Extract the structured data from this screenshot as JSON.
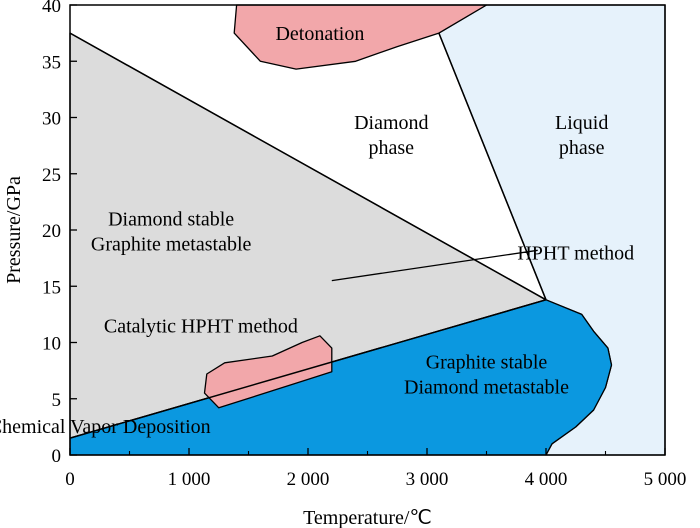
{
  "chart_data": {
    "type": "phase-diagram",
    "xlabel": "Temperature/℃",
    "ylabel": "Pressure/GPa",
    "xlim": [
      0,
      5000
    ],
    "ylim": [
      0,
      40
    ],
    "x_ticks": [
      0,
      1000,
      2000,
      3000,
      4000,
      5000
    ],
    "x_tick_labels": [
      "0",
      "1 000",
      "2 000",
      "3 000",
      "4 000",
      "5 000"
    ],
    "y_ticks": [
      0,
      5,
      10,
      15,
      20,
      25,
      30,
      35,
      40
    ],
    "y_tick_labels": [
      "0",
      "5",
      "10",
      "15",
      "20",
      "25",
      "30",
      "35",
      "40"
    ],
    "colors": {
      "diamond_stable": "#dcdcdc",
      "liquid": "#e6f2fb",
      "graphite_stable": "#0b98e0",
      "process_regions": "#f2a7aa"
    },
    "regions": [
      {
        "id": "diamond-stable",
        "label_lines": [
          "Diamond stable",
          "Graphite metastable"
        ],
        "color_key": "diamond_stable",
        "points": [
          [
            0,
            37.5
          ],
          [
            0,
            1.5
          ],
          [
            4000,
            13.8
          ]
        ],
        "label_at": [
          850,
          19.9
        ]
      },
      {
        "id": "liquid",
        "label_lines": [
          "Liquid",
          "phase"
        ],
        "color_key": "liquid",
        "points": [
          [
            3100,
            37.5
          ],
          [
            3500,
            40
          ],
          [
            5000,
            40
          ],
          [
            5000,
            0
          ],
          [
            4000,
            0
          ],
          [
            4050,
            1
          ],
          [
            4250,
            2.5
          ],
          [
            4400,
            4
          ],
          [
            4500,
            6
          ],
          [
            4550,
            8
          ],
          [
            4520,
            9.5
          ],
          [
            4400,
            11
          ],
          [
            4300,
            12.5
          ],
          [
            4000,
            13.8
          ]
        ],
        "label_at": [
          4300,
          28.5
        ]
      },
      {
        "id": "graphite-stable",
        "label_lines": [
          "Graphite stable",
          "Diamond metastable"
        ],
        "color_key": "graphite_stable",
        "points": [
          [
            0,
            1.5
          ],
          [
            4000,
            13.8
          ],
          [
            4300,
            12.5
          ],
          [
            4400,
            11
          ],
          [
            4520,
            9.5
          ],
          [
            4550,
            8
          ],
          [
            4500,
            6
          ],
          [
            4400,
            4
          ],
          [
            4250,
            2.5
          ],
          [
            4050,
            1
          ],
          [
            4000,
            0
          ],
          [
            0,
            0
          ]
        ],
        "label_at": [
          3500,
          7.2
        ]
      },
      {
        "id": "detonation",
        "label_lines": [
          "Detonation"
        ],
        "color_key": "process_regions",
        "points": [
          [
            1400,
            40
          ],
          [
            1380,
            37.5
          ],
          [
            1600,
            35
          ],
          [
            1900,
            34.3
          ],
          [
            2400,
            35
          ],
          [
            2750,
            36.3
          ],
          [
            3100,
            37.5
          ],
          [
            3500,
            40
          ]
        ],
        "label_at": [
          2100,
          37.5
        ]
      },
      {
        "id": "catalytic-hpht",
        "label_lines": [
          "Catalytic HPHT method"
        ],
        "color_key": "process_regions",
        "points": [
          [
            1250,
            4.2
          ],
          [
            1130,
            5.5
          ],
          [
            1150,
            7.2
          ],
          [
            1300,
            8.2
          ],
          [
            1700,
            8.8
          ],
          [
            1950,
            10
          ],
          [
            2100,
            10.6
          ],
          [
            2200,
            9.5
          ],
          [
            2200,
            7.4
          ]
        ],
        "label_at": [
          1100,
          11.5
        ]
      },
      {
        "id": "diamond-phase",
        "label_lines": [
          "Diamond",
          "phase"
        ],
        "color_key": null,
        "points": [],
        "label_at": [
          2700,
          28.5
        ]
      }
    ],
    "boundaries": [
      {
        "id": "graphite-diamond-line",
        "points": [
          [
            0,
            1.5
          ],
          [
            4000,
            13.8
          ]
        ]
      },
      {
        "id": "diamond-limit-line",
        "points": [
          [
            0,
            37.5
          ],
          [
            4000,
            13.8
          ]
        ]
      },
      {
        "id": "diamond-liquid-line",
        "points": [
          [
            3100,
            37.5
          ],
          [
            4000,
            13.8
          ]
        ]
      }
    ],
    "annotations": [
      {
        "id": "hpht-method",
        "text": "HPHT method",
        "text_at": [
          4250,
          18
        ],
        "pointer": [
          [
            3930,
            18.2
          ],
          [
            2200,
            15.5
          ]
        ]
      },
      {
        "id": "cvd",
        "text": "Chemical Vapor Deposition",
        "text_at": [
          250,
          2.6
        ],
        "pointer": null
      }
    ]
  }
}
